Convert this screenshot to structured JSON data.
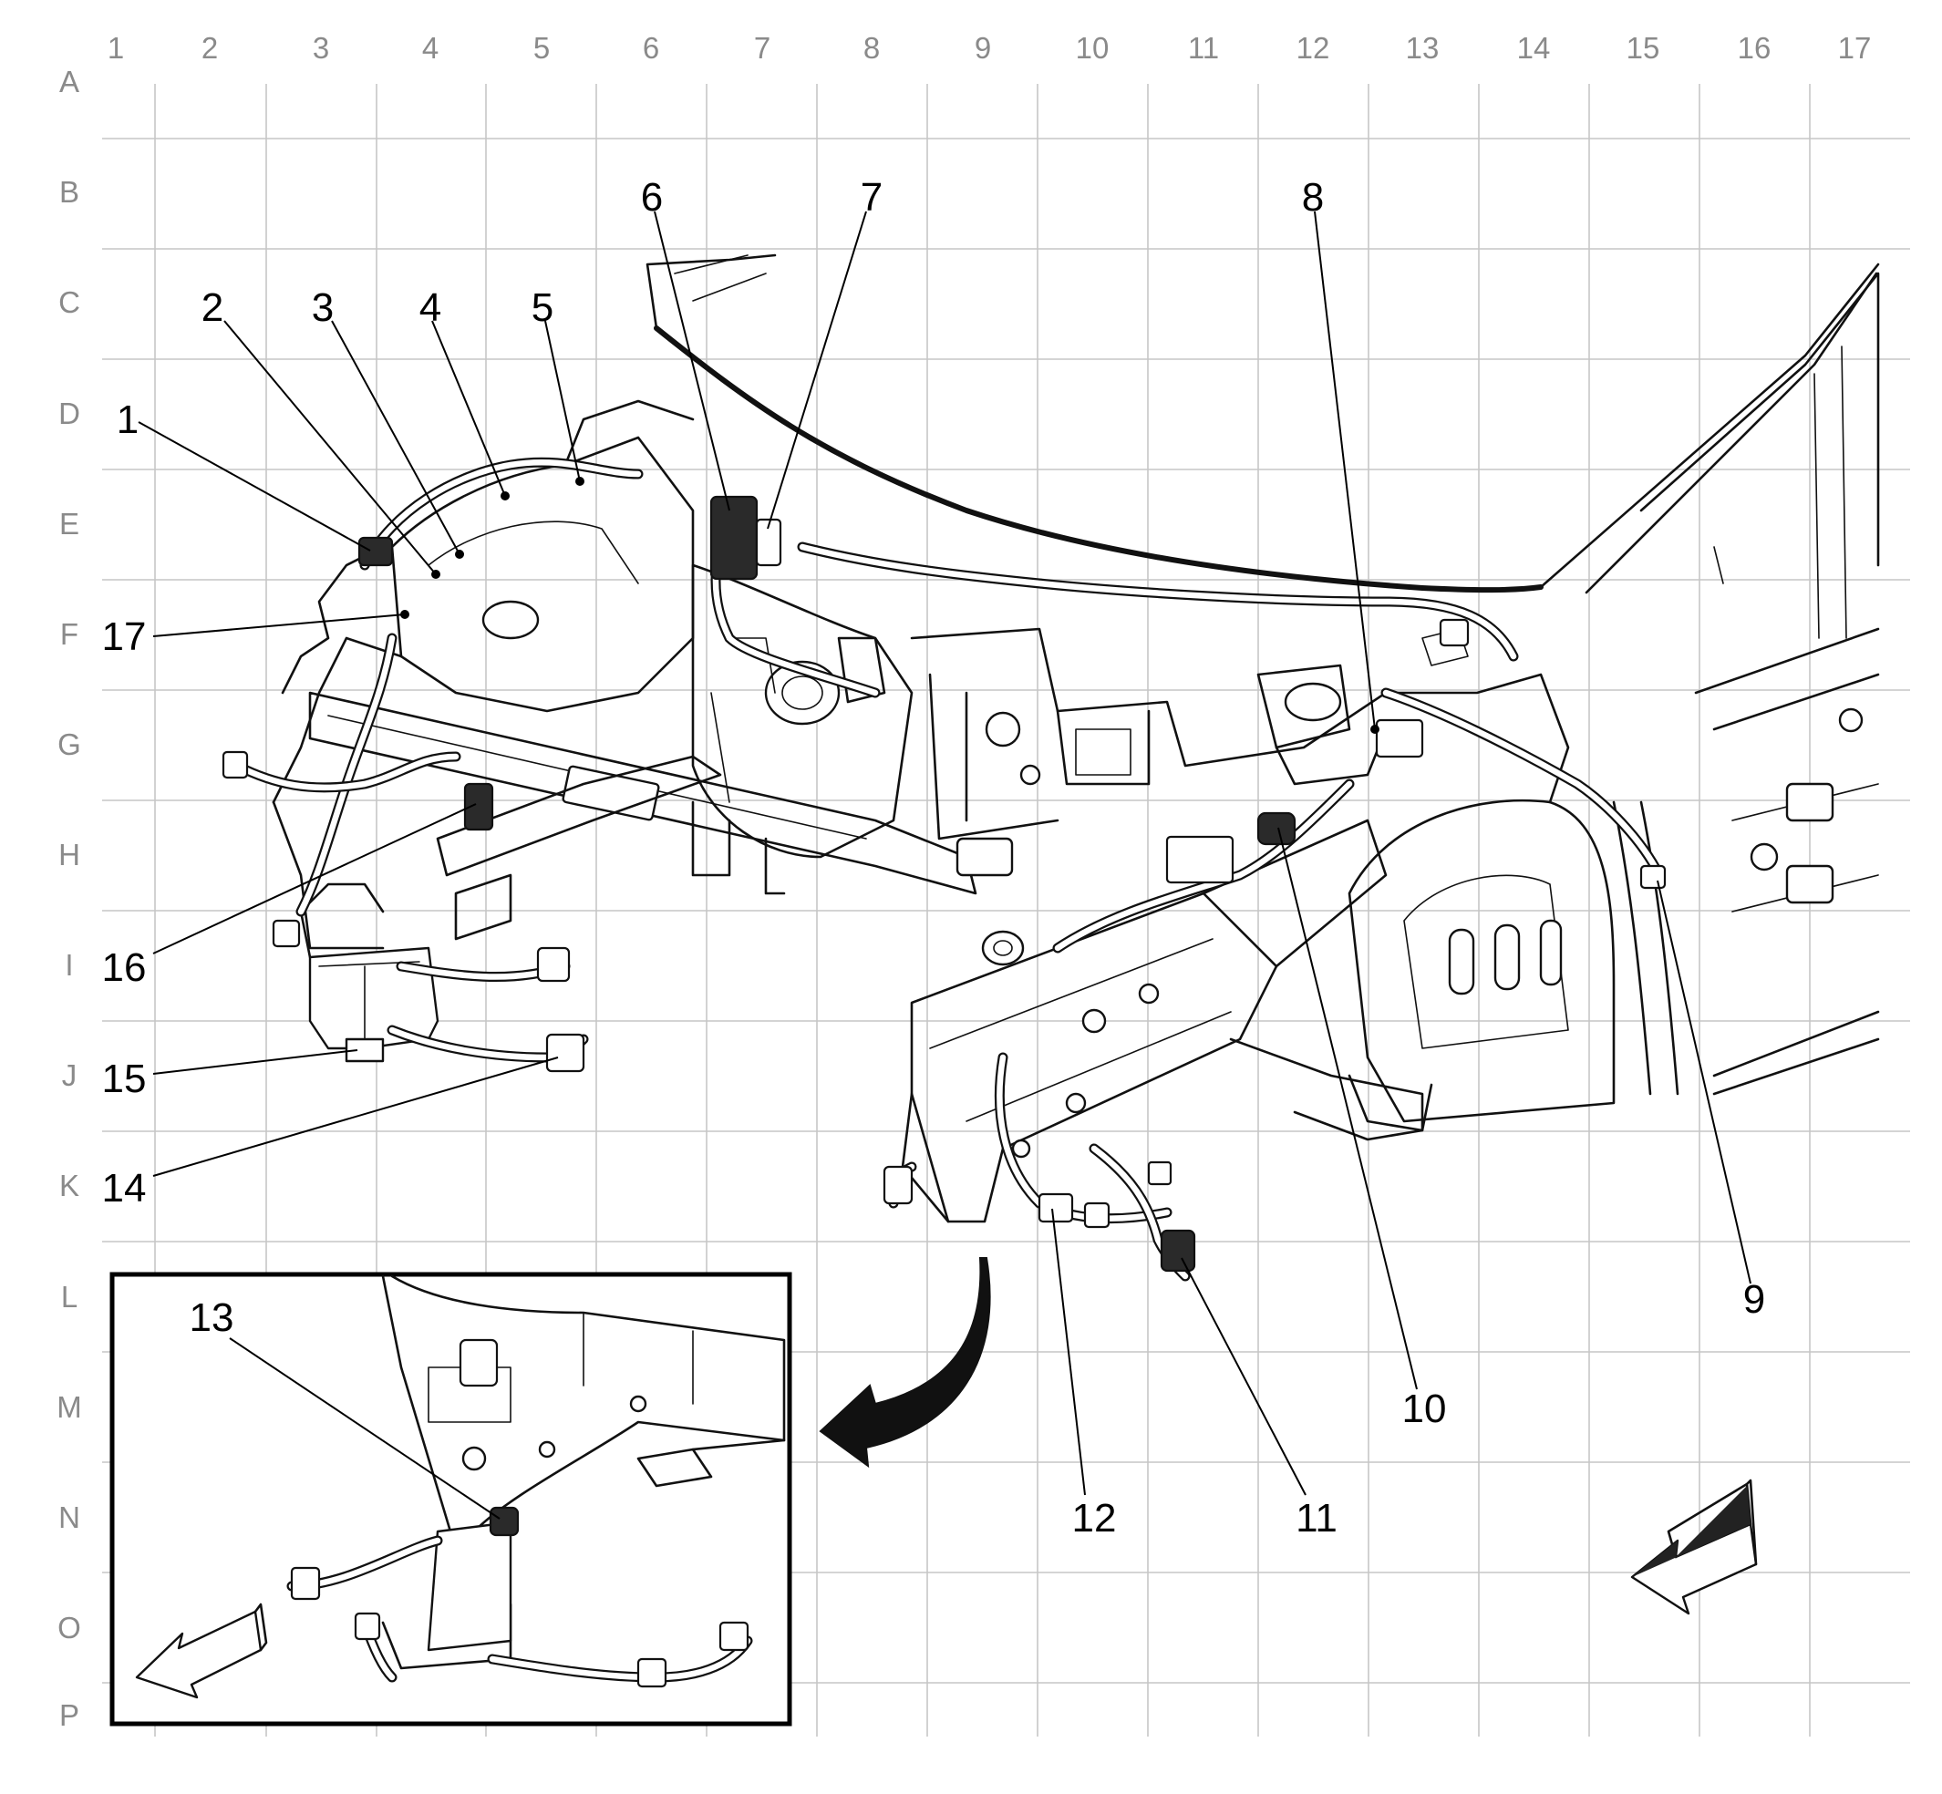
{
  "grid": {
    "columns": [
      "1",
      "2",
      "3",
      "4",
      "5",
      "6",
      "7",
      "8",
      "9",
      "10",
      "11",
      "12",
      "13",
      "14",
      "15",
      "16",
      "17"
    ],
    "rows": [
      "A",
      "B",
      "C",
      "D",
      "E",
      "F",
      "G",
      "H",
      "I",
      "J",
      "K",
      "L",
      "M",
      "N",
      "O",
      "P"
    ]
  },
  "callouts": [
    {
      "label": "1"
    },
    {
      "label": "2"
    },
    {
      "label": "3"
    },
    {
      "label": "4"
    },
    {
      "label": "5"
    },
    {
      "label": "6"
    },
    {
      "label": "7"
    },
    {
      "label": "8"
    },
    {
      "label": "9"
    },
    {
      "label": "10"
    },
    {
      "label": "11"
    },
    {
      "label": "12"
    },
    {
      "label": "13"
    },
    {
      "label": "14"
    },
    {
      "label": "15"
    },
    {
      "label": "16"
    },
    {
      "label": "17"
    }
  ],
  "icons": {
    "main_direction_arrow": "front-direction-arrow-icon",
    "inset_direction_arrow": "front-direction-arrow-icon",
    "detail_pointer": "curved-pointer-arrow-icon"
  }
}
